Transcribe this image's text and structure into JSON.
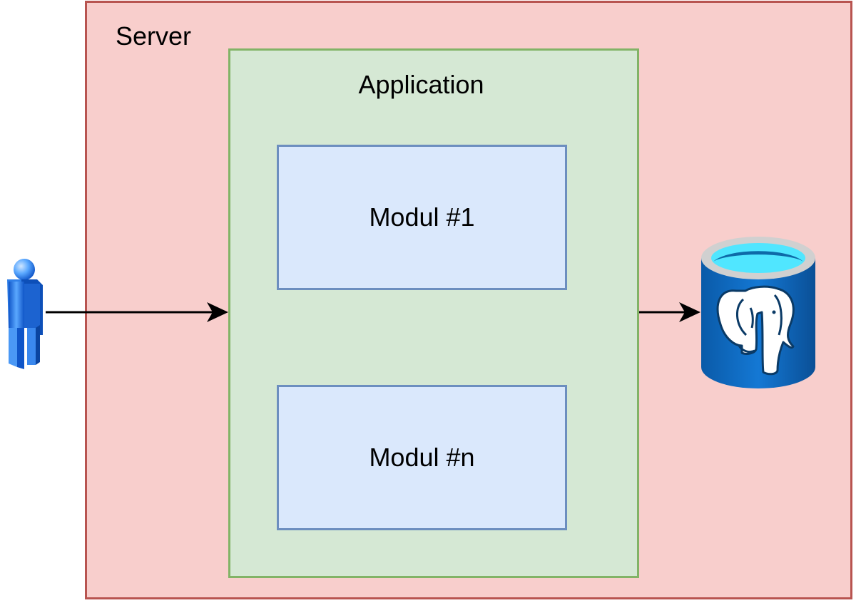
{
  "server": {
    "label": "Server",
    "fill": "#f8cecc",
    "stroke": "#b85450"
  },
  "application": {
    "label": "Application",
    "fill": "#d5e8d4",
    "stroke": "#82b366"
  },
  "modules": [
    {
      "label": "Modul #1"
    },
    {
      "label": "Modul #n"
    }
  ],
  "module_style": {
    "fill": "#dae8fc",
    "stroke": "#6c8ebf"
  },
  "icons": {
    "user": "user-icon",
    "database": "postgresql-database-icon"
  },
  "colors": {
    "user_blue": "#1e6fd9",
    "db_blue": "#0a63b8",
    "db_top": "#50e6ff",
    "arrow": "#000000"
  }
}
